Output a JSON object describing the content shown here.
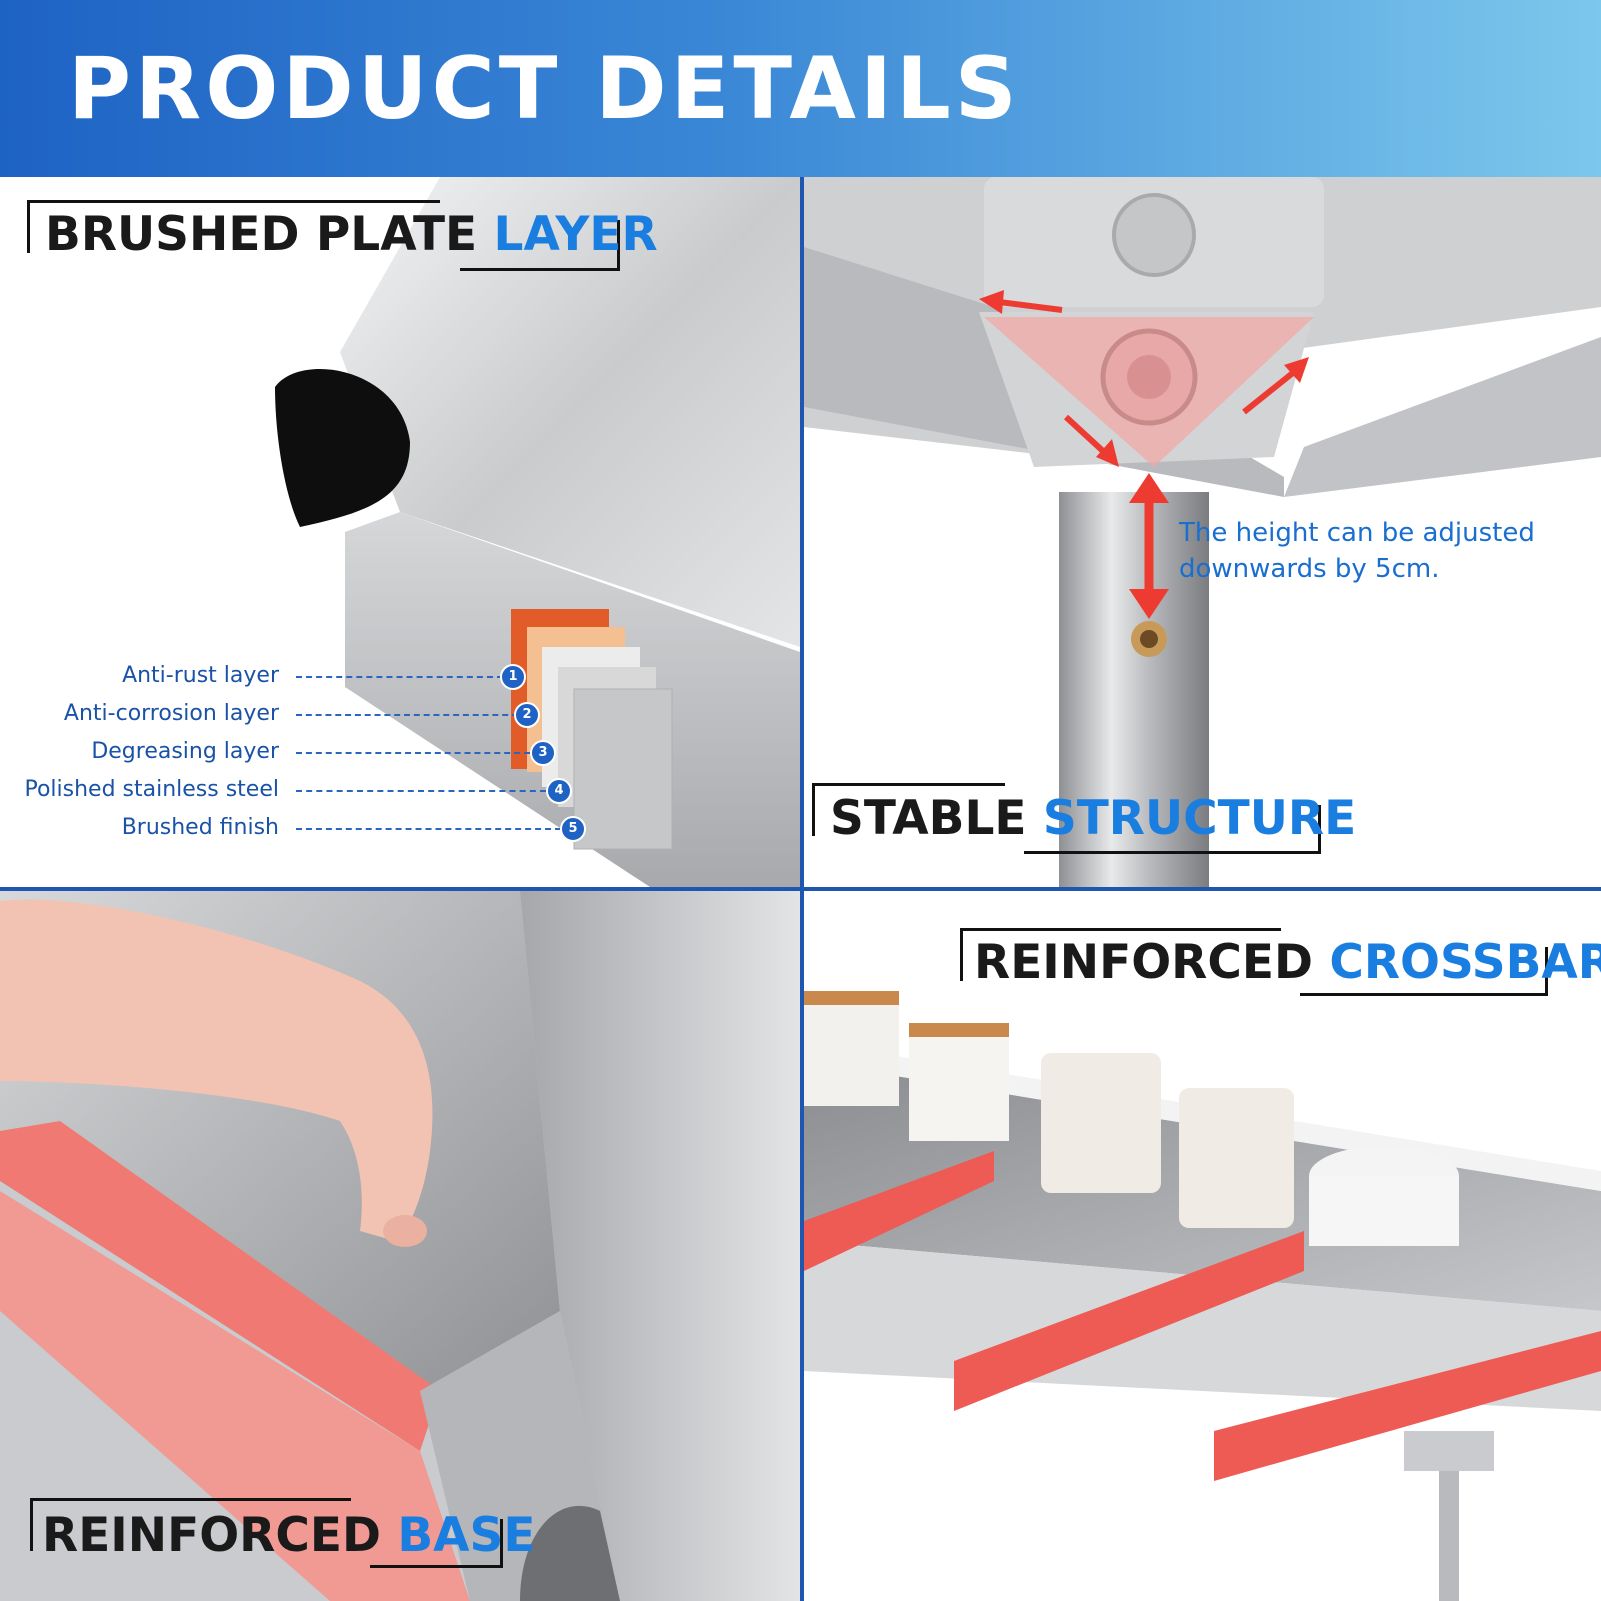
{
  "header": {
    "title": "PRODUCT DETAILS"
  },
  "panels": {
    "brushed": {
      "title_dark": "BRUSHED PLATE",
      "title_accent": "LAYER",
      "layers": [
        {
          "num": "1",
          "label": "Anti-rust layer"
        },
        {
          "num": "2",
          "label": "Anti-corrosion layer"
        },
        {
          "num": "3",
          "label": "Degreasing layer"
        },
        {
          "num": "4",
          "label": "Polished stainless steel"
        },
        {
          "num": "5",
          "label": "Brushed finish"
        }
      ]
    },
    "stable": {
      "title_dark": "STABLE",
      "title_accent": "STRUCTURE",
      "note": "The height can be adjusted downwards by 5cm."
    },
    "base": {
      "title_dark": "REINFORCED",
      "title_accent": "BASE"
    },
    "crossbar": {
      "title_dark": "REINFORCED",
      "title_accent": "CROSSBAR"
    }
  },
  "colors": {
    "accent": "#1a7ee0",
    "divider": "#1f56b0",
    "highlight_red": "#ee3b32"
  },
  "icons": [
    "up-down-arrow-icon",
    "direction-arrow-icon"
  ]
}
